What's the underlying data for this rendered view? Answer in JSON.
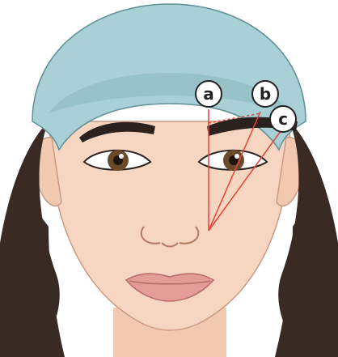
{
  "labels": {
    "a": "a",
    "b": "b",
    "c": "c"
  },
  "colors": {
    "background": "#ffffff",
    "skin": "#f6d6c0",
    "skin_shadow": "#e9b9a0",
    "hair": "#3a2a24",
    "headband": "#a8d0d6",
    "headband_shadow": "#86b3ba",
    "brow": "#2b2220",
    "iris": "#6b4a2c",
    "lips": "#e39c96",
    "guide_line": "#e8423a",
    "label_fill": "#ffffff",
    "label_stroke": "#222222"
  }
}
